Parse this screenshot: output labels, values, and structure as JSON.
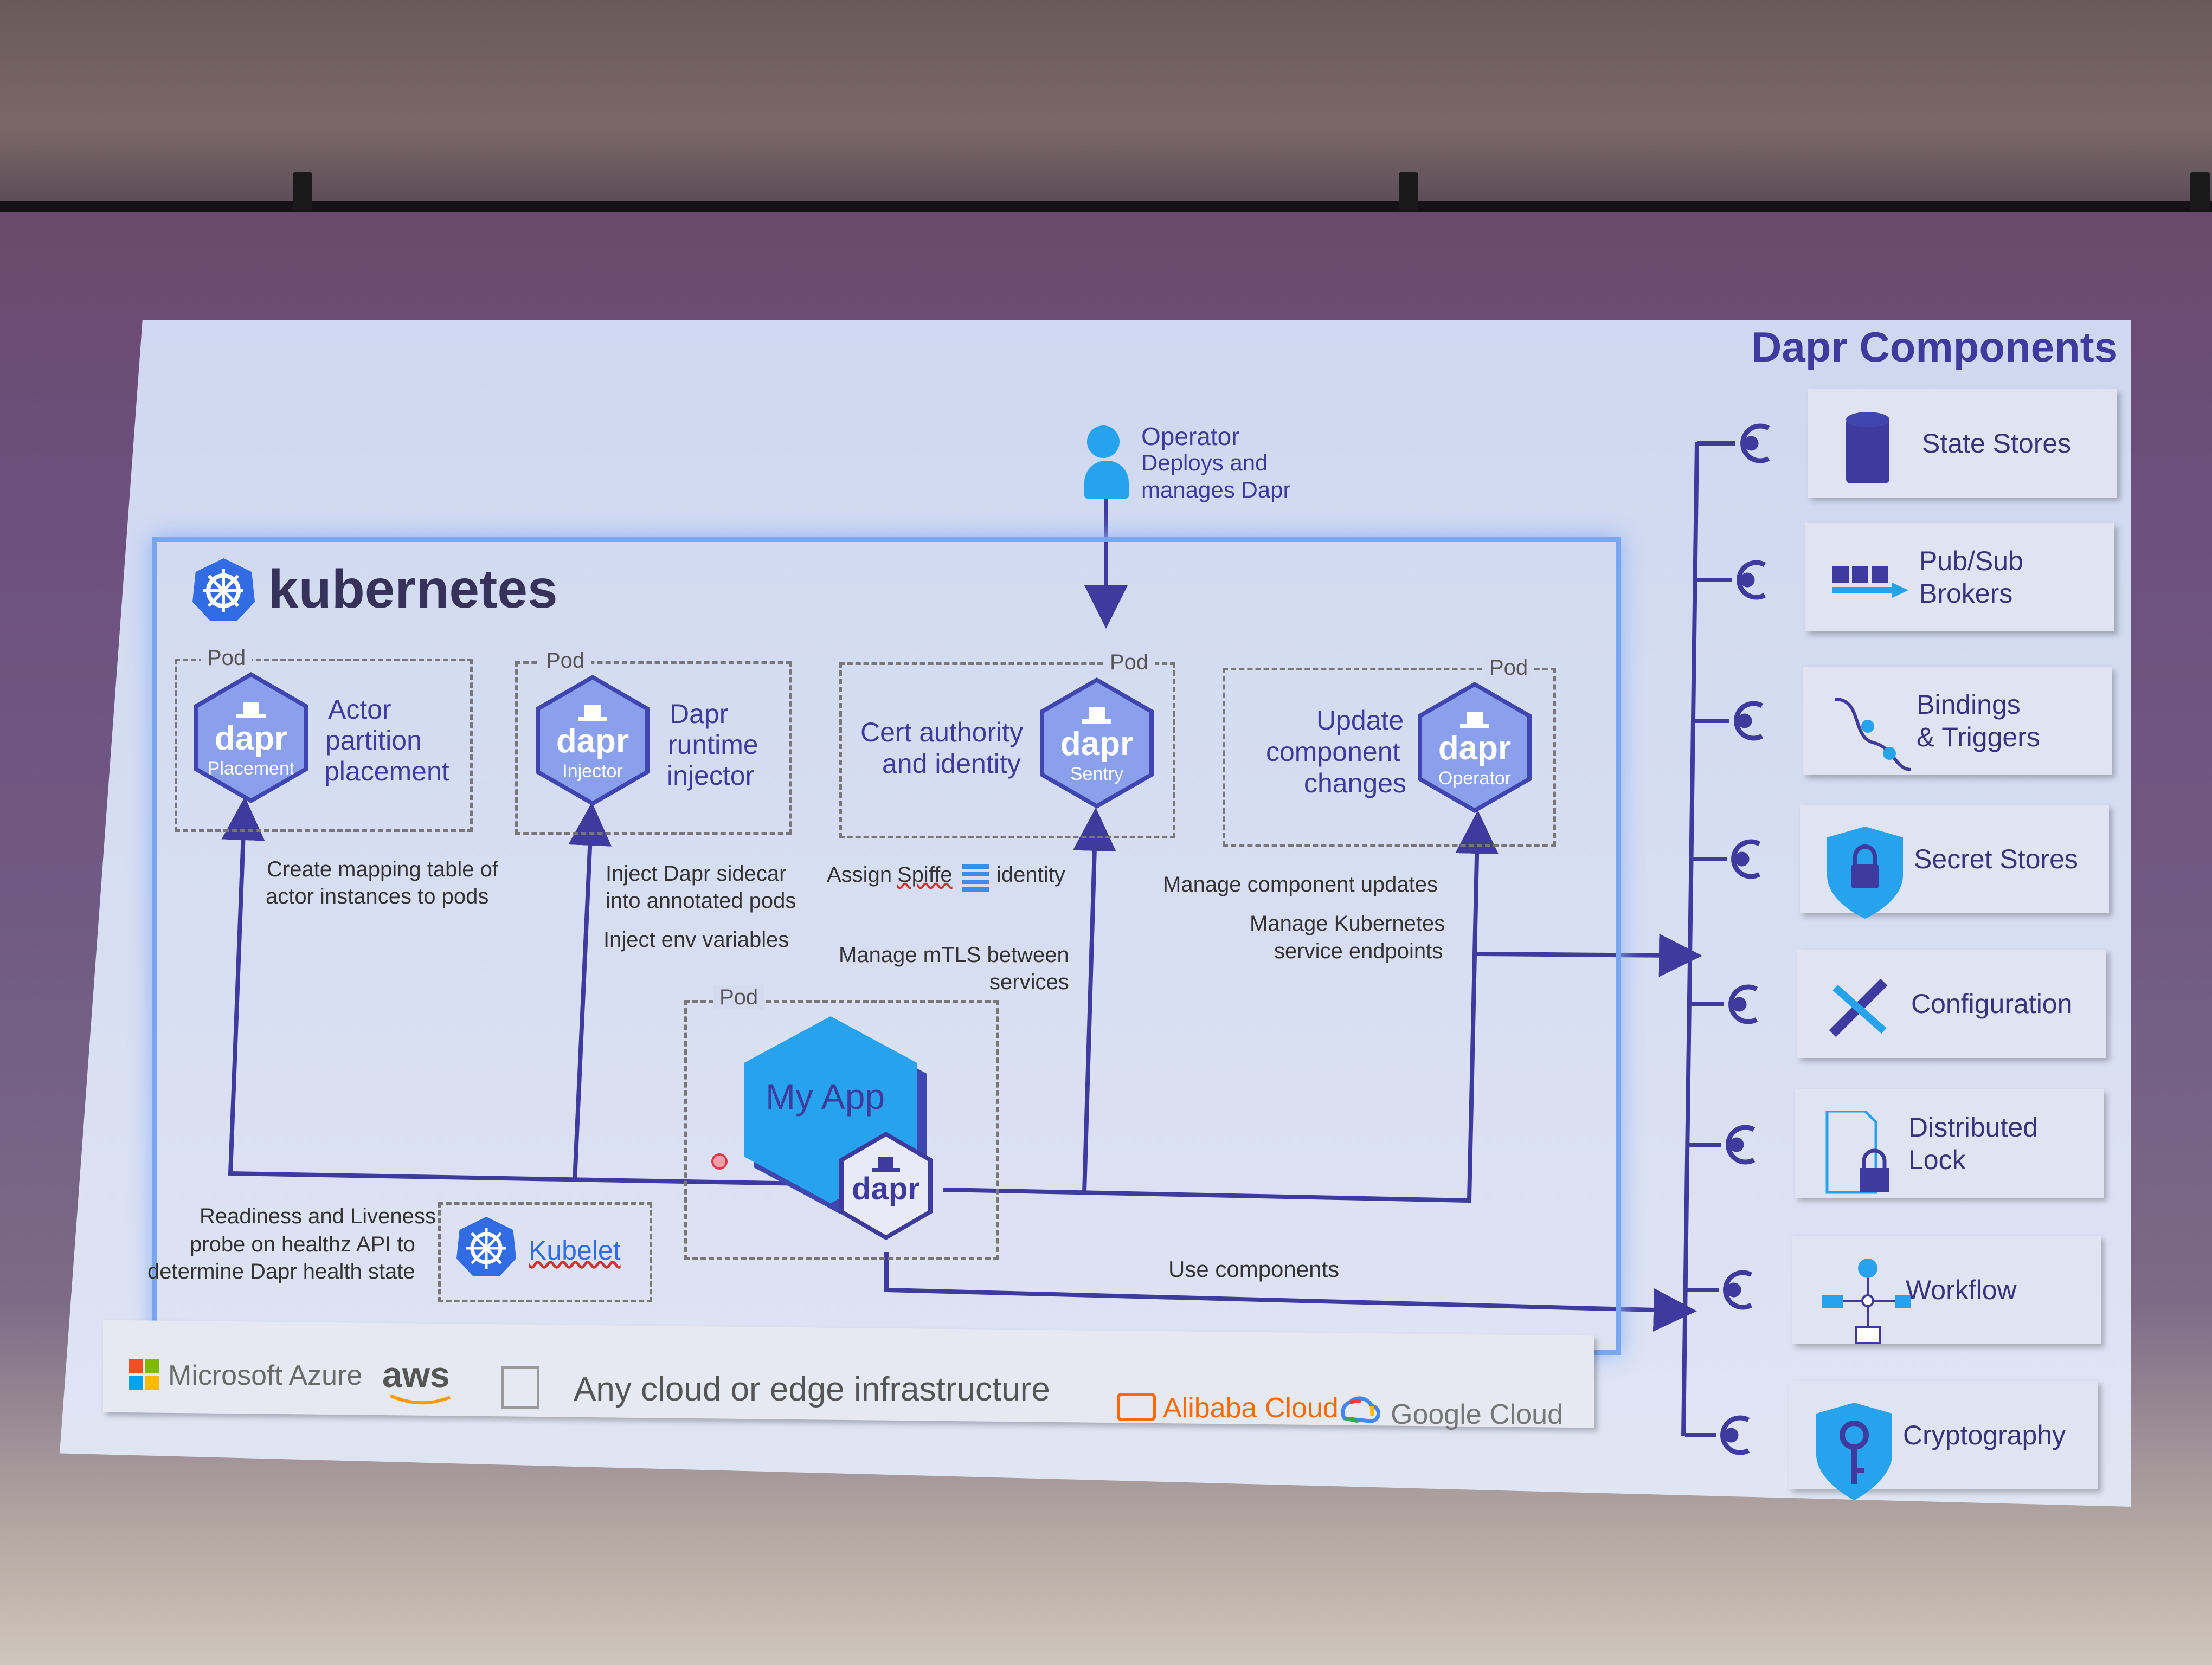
{
  "title": "Dapr Components",
  "operator": {
    "name": "Operator",
    "desc_line1": "Deploys and",
    "desc_line2": "manages Dapr"
  },
  "kubernetes": {
    "label": "kubernetes"
  },
  "pod_label": "Pod",
  "control_plane": [
    {
      "hex_label": "dapr",
      "hex_sub": "Placement",
      "side_line1": "Actor",
      "side_line2": "partition",
      "side_line3": "placement",
      "note_line1": "Create mapping table of",
      "note_line2": "actor instances to pods"
    },
    {
      "hex_label": "dapr",
      "hex_sub": "Injector",
      "side_line1": "Dapr",
      "side_line2": "runtime",
      "side_line3": "injector",
      "note_line1": "Inject Dapr sidecar",
      "note_line2": "into annotated pods",
      "note_line3": "Inject env variables"
    },
    {
      "hex_label": "dapr",
      "hex_sub": "Sentry",
      "side_line1": "Cert authority",
      "side_line2": "and identity",
      "note_line1_a": "Assign",
      "note_line1_b": "Spiffe",
      "note_line1_c": "identity",
      "note_line2": "Manage mTLS between",
      "note_line3": "services"
    },
    {
      "hex_label": "dapr",
      "hex_sub": "Operator",
      "side_line1": "Update",
      "side_line2": "component",
      "side_line3": "changes",
      "note_line1": "Manage component updates",
      "note_line2": "Manage Kubernetes",
      "note_line3": "service endpoints"
    }
  ],
  "app": {
    "name": "My App",
    "sidecar": "dapr"
  },
  "kubelet": {
    "name": "Kubelet",
    "note_line1": "Readiness and Liveness",
    "note_line2": "probe on healthz API to",
    "note_line3": "determine Dapr health state"
  },
  "use_components": "Use components",
  "components": [
    {
      "label": "State Stores",
      "icon": "database-icon"
    },
    {
      "label": "Pub/Sub\nBrokers",
      "icon": "queue-arrow-icon"
    },
    {
      "label": "Bindings\n& Triggers",
      "icon": "plug-icon"
    },
    {
      "label": "Secret Stores",
      "icon": "shield-lock-icon"
    },
    {
      "label": "Configuration",
      "icon": "wrench-icon"
    },
    {
      "label": "Distributed\nLock",
      "icon": "document-lock-icon"
    },
    {
      "label": "Workflow",
      "icon": "workflow-icon"
    },
    {
      "label": "Cryptography",
      "icon": "shield-key-icon"
    }
  ],
  "clouds": {
    "azure": "Microsoft Azure",
    "aws": "aws",
    "center": "Any cloud or edge infrastructure",
    "alibaba": "Alibaba Cloud",
    "google": "Google Cloud"
  },
  "colors": {
    "primary": "#3f3b9e",
    "hex_fill": "#8aa0ec",
    "app_blue": "#27a3ee",
    "k8s_border": "#78a6f0"
  }
}
